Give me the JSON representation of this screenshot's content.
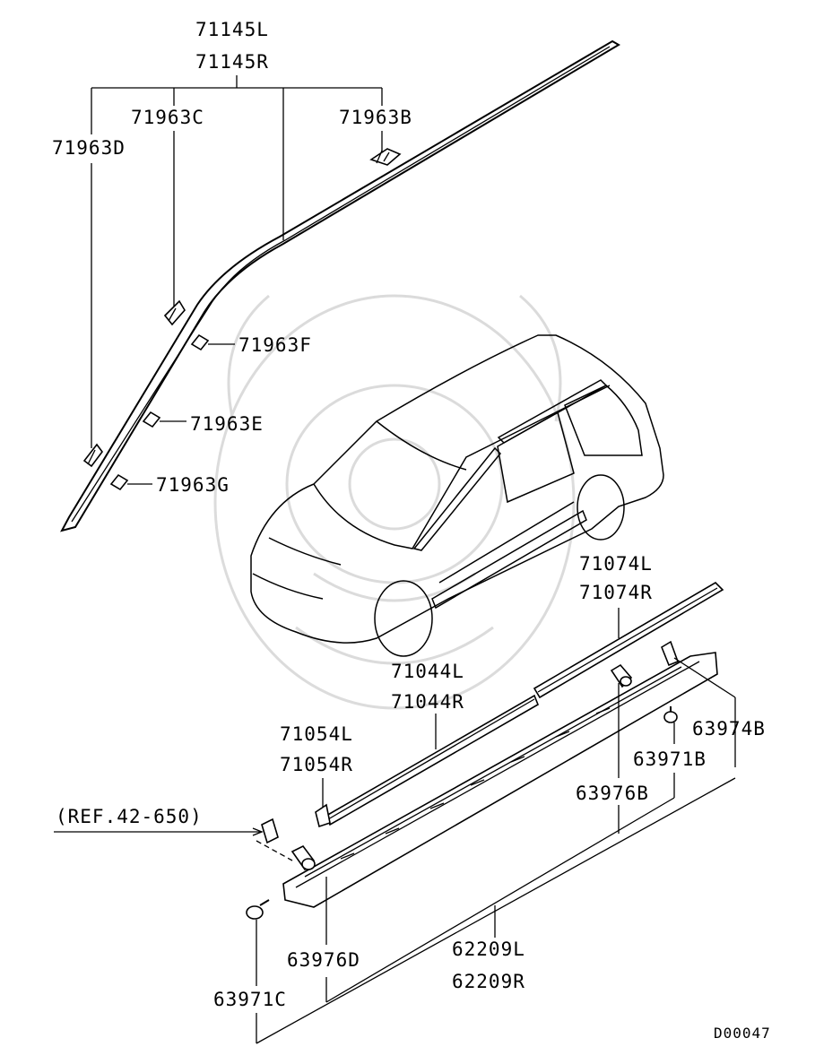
{
  "diagram": {
    "labels": {
      "roof_moulding_l": "71145L",
      "roof_moulding_r": "71145R",
      "clip_c": "71963C",
      "clip_b": "71963B",
      "clip_d": "71963D",
      "clip_f": "71963F",
      "clip_e": "71963E",
      "clip_g": "71963G",
      "side_garnish_rear_l": "71074L",
      "side_garnish_rear_r": "71074R",
      "side_garnish_front_l": "71044L",
      "side_garnish_front_r": "71044R",
      "side_garnish_end_l": "71054L",
      "side_garnish_end_r": "71054R",
      "clip_974b": "63974B",
      "screw_971b": "63971B",
      "clip_976b": "63976B",
      "reference": "(REF.42-650)",
      "clip_976d": "63976D",
      "sill_l": "62209L",
      "sill_r": "62209R",
      "screw_971c": "63971C",
      "diagram_code": "D00047"
    }
  }
}
